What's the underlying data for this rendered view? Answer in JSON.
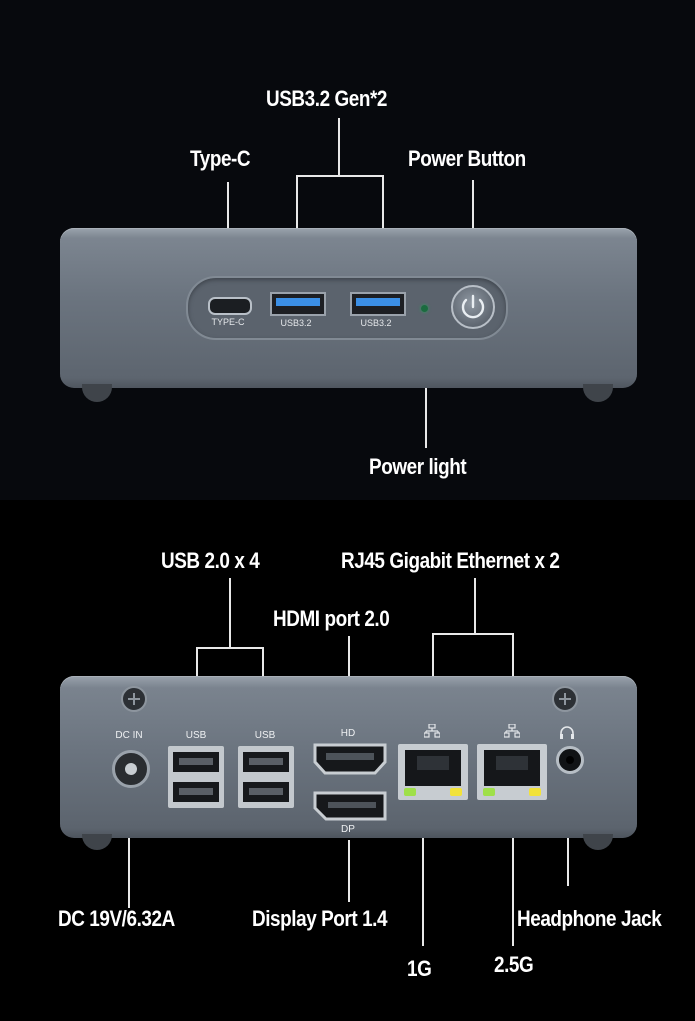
{
  "front": {
    "callouts": {
      "usb32": "USB3.2 Gen*2",
      "typec": "Type-C",
      "power_button": "Power Button",
      "power_light": "Power light"
    },
    "port_labels": {
      "typec": "TYPE-C",
      "usb_a1": "USB3.2",
      "usb_a2": "USB3.2"
    }
  },
  "rear": {
    "callouts": {
      "usb20": "USB 2.0  x  4",
      "rj45": "RJ45 Gigabit Ethernet  x  2",
      "hdmi": "HDMI port 2.0",
      "dcin": "DC 19V/6.32A",
      "dp": "Display Port 1.4",
      "headphone": "Headphone Jack",
      "lan1": "1G",
      "lan2": "2.5G"
    },
    "port_labels": {
      "dcin": "DC IN",
      "usb1": "USB",
      "usb2": "USB",
      "hd": "HD",
      "dp": "DP"
    }
  },
  "colors": {
    "chassis": "#6f7883",
    "chassis_dark": "#4c535c",
    "usb3_blue": "#3b8fe6",
    "led_green": "#9fe04a",
    "led_yellow": "#f2e23a"
  }
}
